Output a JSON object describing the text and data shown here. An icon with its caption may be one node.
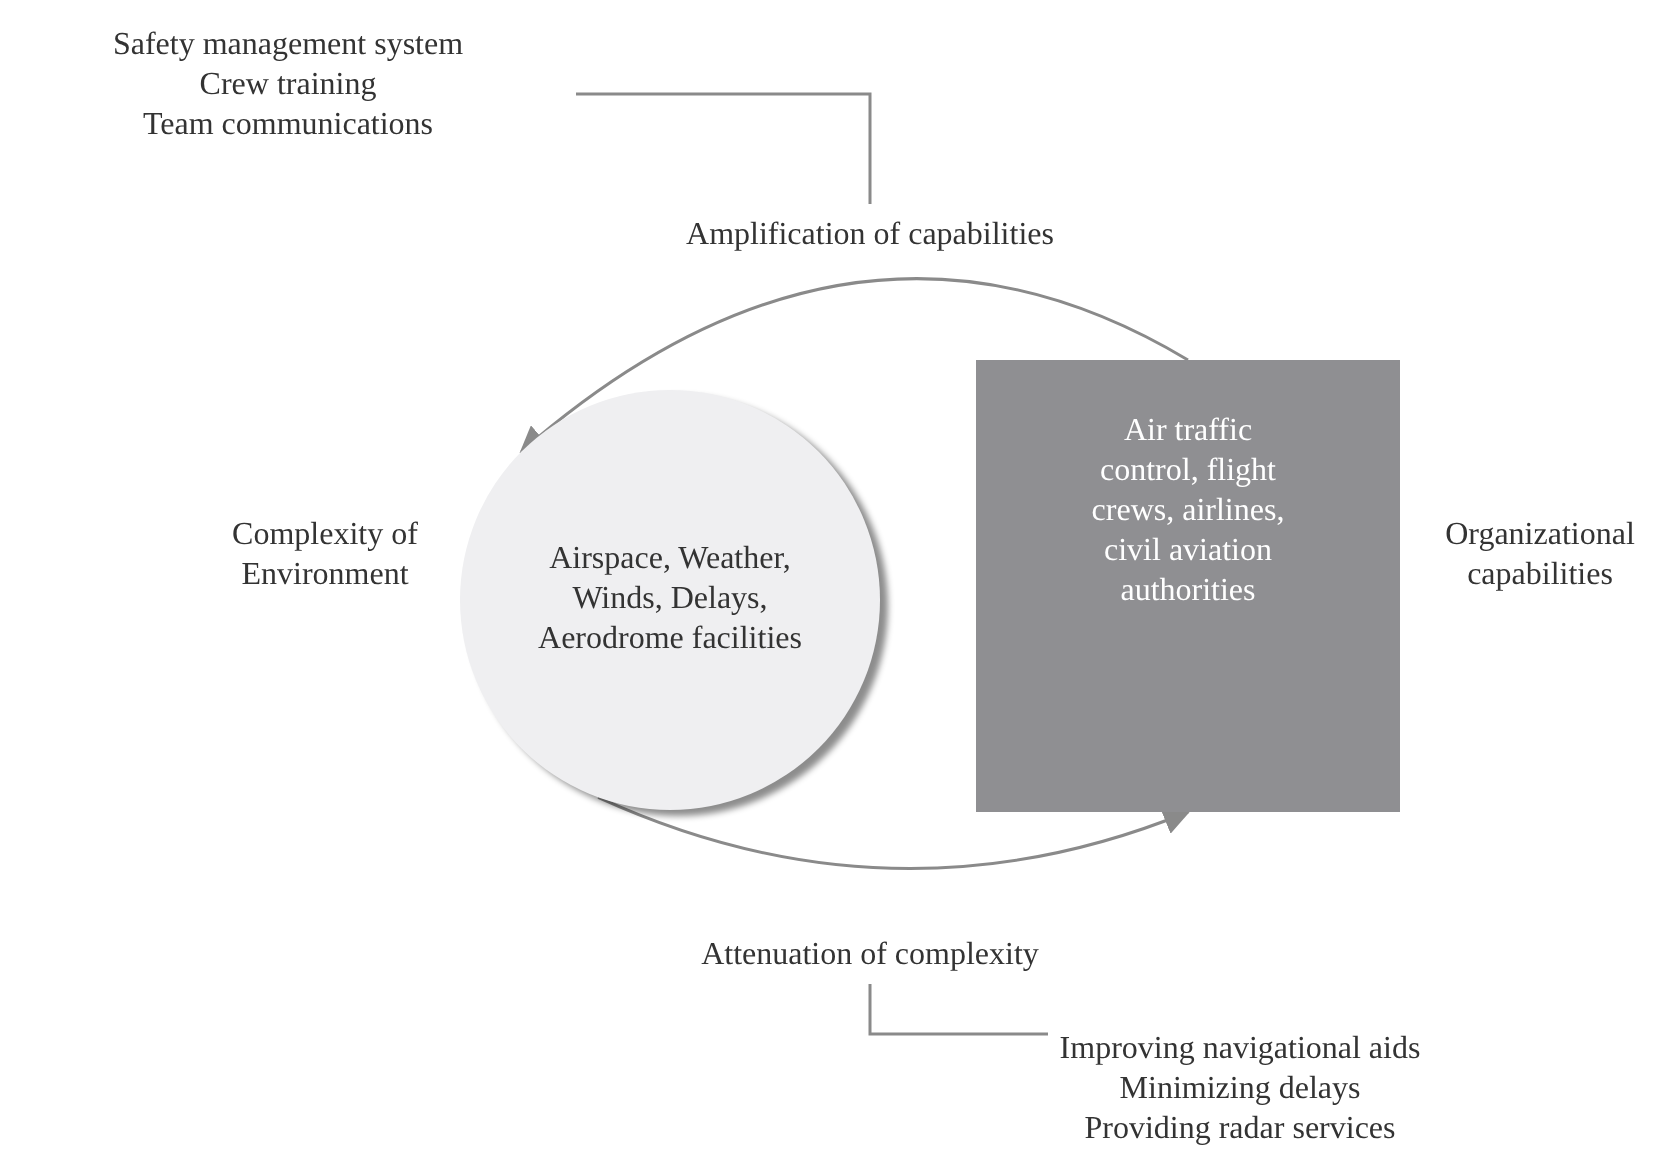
{
  "diagram": {
    "nodes": [
      {
        "text": [
          "Safety management system",
          "Crew training",
          "Team communications"
        ]
      },
      {
        "text": [
          "Amplification of capabilities"
        ]
      },
      {
        "text": [
          "Airspace, Weather, Winds, Delays, Aerodrome facilities"
        ],
        "beside": [
          "Complexity of Environment"
        ]
      },
      {
        "text": [
          "Air traffic control, flight crews, airlines, civil aviation authorities"
        ],
        "beside": [
          "Organizational capabilities"
        ]
      },
      {
        "text": [
          "Attenuation of complexity"
        ]
      },
      {
        "text": [
          "Improving navigational aids",
          "Minimizing delays",
          "Providing radar services"
        ]
      }
    ],
    "edges": [
      {
        "from": 0,
        "to": 1,
        "arrow": "none"
      },
      {
        "from": 3,
        "to": 2,
        "arrow": "to"
      },
      {
        "from": 2,
        "to": 3,
        "arrow": "to"
      },
      {
        "from": 4,
        "to": 5,
        "arrow": "none"
      }
    ]
  }
}
